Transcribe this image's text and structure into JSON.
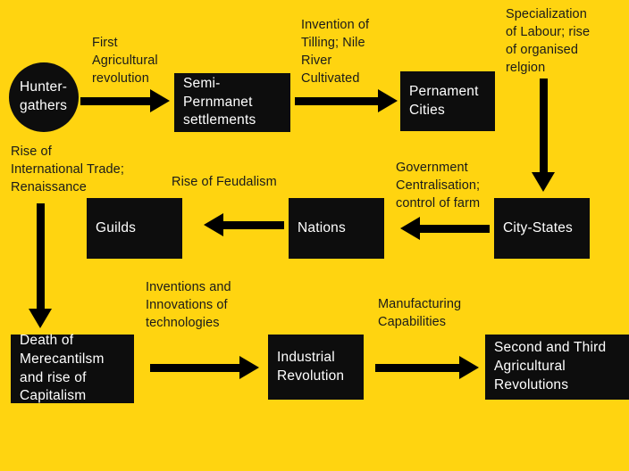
{
  "theme": {
    "background": "#FFD410",
    "node_background": "#0D0D0D",
    "node_text_color": "#FFFFFF",
    "label_text_color": "#1A1A1A"
  },
  "diagram": {
    "nodes": {
      "hunter_gatherers": "Hunter-\ngathers",
      "semi_permanent_settlements": "Semi-\nPernmanet\nsettlements",
      "permanent_cities": "Pernament\nCities",
      "city_states": "City-States",
      "nations": "Nations",
      "guilds": "Guilds",
      "death_of_mercantilism": "Death of\nMerecantilsm\nand rise of\nCapitalism",
      "industrial_revolution": "Industrial\nRevolution",
      "second_third_agricultural": "Second and Third\nAgricultural\nRevolutions"
    },
    "labels": {
      "first_agricultural_revolution": "First\nAgricultural\nrevolution",
      "invention_of_tilling": "Invention of\nTilling; Nile\nRiver\nCultivated",
      "specialization_of_labour": "Specialization\nof Labour; rise\nof organised\nrelgion",
      "government_centralisation": "Government\nCentralisation;\ncontrol of farm",
      "rise_of_feudalism": "Rise of Feudalism",
      "rise_of_international_trade": "Rise of\nInternational Trade;\nRenaissance",
      "inventions_innovations": "Inventions and\nInnovations of\ntechnologies",
      "manufacturing_capabilities": "Manufacturing\nCapabilities"
    },
    "edges": [
      {
        "from": "hunter_gatherers",
        "to": "semi_permanent_settlements",
        "label": "first_agricultural_revolution"
      },
      {
        "from": "semi_permanent_settlements",
        "to": "permanent_cities",
        "label": "invention_of_tilling"
      },
      {
        "from": "permanent_cities",
        "to": "city_states",
        "label": "specialization_of_labour"
      },
      {
        "from": "city_states",
        "to": "nations",
        "label": "government_centralisation"
      },
      {
        "from": "nations",
        "to": "guilds",
        "label": "rise_of_feudalism"
      },
      {
        "from": "guilds",
        "to": "death_of_mercantilism",
        "label": "rise_of_international_trade"
      },
      {
        "from": "death_of_mercantilism",
        "to": "industrial_revolution",
        "label": "inventions_innovations"
      },
      {
        "from": "industrial_revolution",
        "to": "second_third_agricultural",
        "label": "manufacturing_capabilities"
      }
    ]
  }
}
